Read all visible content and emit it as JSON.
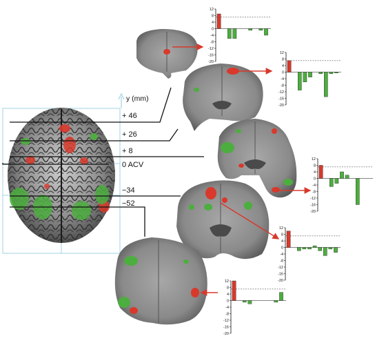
{
  "axis": {
    "label": "y (mm)"
  },
  "levels": [
    {
      "label": "+ 46"
    },
    {
      "label": "+ 26"
    },
    {
      "label": "+ 8"
    },
    {
      "label": "0 ACV"
    },
    {
      "label": "−34"
    },
    {
      "label": "−52"
    }
  ],
  "colors": {
    "activation_red": "#d8392b",
    "activation_green": "#4cae3e",
    "brain_gray": "#8a8a8a",
    "grid_cyan": "#9fd3e3"
  },
  "chart_data": [
    {
      "type": "bar",
      "ylim": [
        -20,
        12
      ],
      "yticks": [
        "12",
        "8",
        "4",
        "0",
        "-4",
        "-8",
        "-12",
        "-16",
        "-20"
      ],
      "threshold": 7,
      "values": [
        9,
        -0.5,
        -6,
        -6,
        -0.5,
        -0.5,
        -1,
        -0.5,
        -1,
        -4
      ],
      "colors": [
        "red",
        "none",
        "green",
        "green",
        "none",
        "none",
        "green",
        "none",
        "green",
        "green"
      ]
    },
    {
      "type": "bar",
      "ylim": [
        -20,
        12
      ],
      "yticks": [
        "12",
        "8",
        "4",
        "0",
        "-4",
        "-8",
        "-12",
        "-16",
        "-20"
      ],
      "threshold": 7,
      "values": [
        7,
        -1,
        -11,
        -6,
        -3,
        -0.5,
        -1,
        -15,
        -1,
        -0.5
      ],
      "colors": [
        "red",
        "none",
        "green",
        "green",
        "green",
        "none",
        "green",
        "green",
        "green",
        "green"
      ]
    },
    {
      "type": "bar",
      "ylim": [
        -20,
        12
      ],
      "yticks": [
        "12",
        "8",
        "4",
        "0",
        "-4",
        "-8",
        "-12",
        "-16",
        "-20"
      ],
      "threshold": 7,
      "values": [
        8,
        -1,
        -5,
        -3,
        4,
        2,
        -1,
        -16,
        -1,
        -0.5
      ],
      "colors": [
        "red",
        "none",
        "green",
        "green",
        "green",
        "green",
        "none",
        "green",
        "none",
        "none"
      ]
    },
    {
      "type": "bar",
      "ylim": [
        -20,
        12
      ],
      "yticks": [
        "12",
        "8",
        "4",
        "0",
        "-4",
        "-8",
        "-12",
        "-16",
        "-20"
      ],
      "threshold": 7,
      "values": [
        10,
        -1,
        -2,
        -1,
        -1,
        1,
        -2,
        -5,
        -1,
        -3
      ],
      "colors": [
        "red",
        "none",
        "green",
        "green",
        "green",
        "green",
        "green",
        "green",
        "green",
        "green"
      ]
    },
    {
      "type": "bar",
      "ylim": [
        -20,
        12
      ],
      "yticks": [
        "12",
        "8",
        "4",
        "0",
        "-4",
        "-8",
        "-12",
        "-16",
        "-20"
      ],
      "threshold": 7,
      "values": [
        12,
        1,
        -1,
        -2,
        -1,
        -0.5,
        -0.5,
        -0.5,
        -1,
        5
      ],
      "colors": [
        "red",
        "none",
        "green",
        "green",
        "none",
        "none",
        "none",
        "none",
        "green",
        "green"
      ]
    }
  ]
}
